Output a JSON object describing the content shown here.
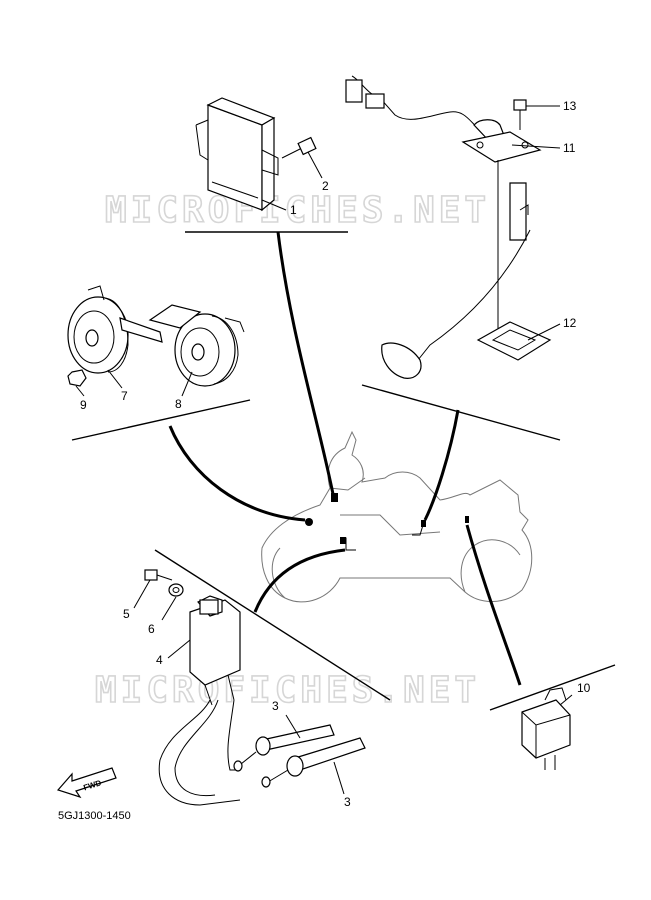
{
  "watermark": "MICROFICHES.NET",
  "figure_code": "5GJ1300-1450",
  "fwd_label": "FWD",
  "callouts": {
    "c1": "1",
    "c2": "2",
    "c3a": "3",
    "c3b": "3",
    "c4": "4",
    "c5": "5",
    "c6": "6",
    "c7": "7",
    "c8": "8",
    "c9": "9",
    "c10": "10",
    "c11": "11",
    "c12": "12",
    "c13": "13"
  },
  "parts": [
    {
      "ref": "1",
      "name": "ecu-unit"
    },
    {
      "ref": "2",
      "name": "bolt"
    },
    {
      "ref": "3",
      "name": "spark-plug-cap"
    },
    {
      "ref": "4",
      "name": "ignition-coil"
    },
    {
      "ref": "5",
      "name": "bolt"
    },
    {
      "ref": "6",
      "name": "washer"
    },
    {
      "ref": "7",
      "name": "horn-low"
    },
    {
      "ref": "8",
      "name": "horn-high"
    },
    {
      "ref": "9",
      "name": "nut"
    },
    {
      "ref": "10",
      "name": "relay"
    },
    {
      "ref": "11",
      "name": "fuel-sender-unit"
    },
    {
      "ref": "12",
      "name": "gasket"
    },
    {
      "ref": "13",
      "name": "bolt"
    }
  ]
}
